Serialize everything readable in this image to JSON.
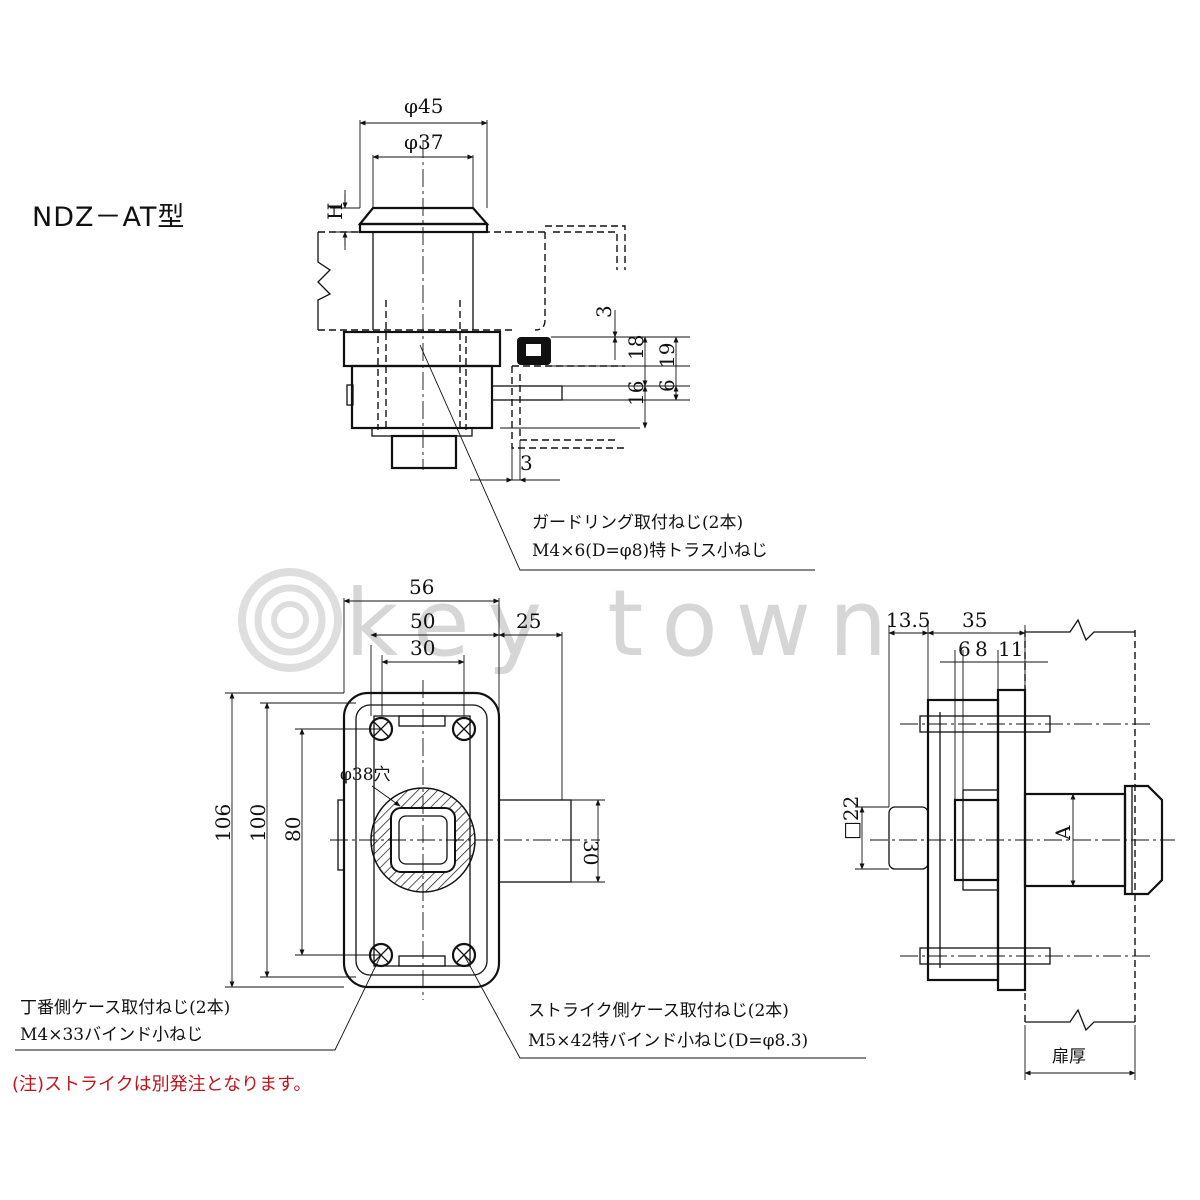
{
  "title": "NDZ－AT型",
  "watermark": "key town",
  "top_view": {
    "dims": {
      "phi45": "φ45",
      "phi37": "φ37",
      "h": "H",
      "d3a": "3",
      "d18": "18",
      "d19": "19",
      "d16": "16",
      "d6": "6",
      "d3b": "3"
    },
    "callout_line1": "ガードリング取付ねじ(2本)",
    "callout_line2": "M4×6(D=φ8)特トラス小ねじ"
  },
  "front_view": {
    "dims": {
      "d56": "56",
      "d50": "50",
      "d25": "25",
      "d30": "30",
      "d106": "106",
      "d100": "100",
      "d80": "80",
      "d30v": "30",
      "hole": "φ38穴"
    },
    "left_callout_line1": "丁番側ケース取付ねじ(2本)",
    "left_callout_line2": "M4×33バインド小ねじ",
    "right_callout_line1": "ストライク側ケース取付ねじ(2本)",
    "right_callout_line2": "M5×42特バインド小ねじ(D=φ8.3)"
  },
  "side_view": {
    "dims": {
      "d13_5": "13.5",
      "d35": "35",
      "d6": "6",
      "d8": "8",
      "d11": "11",
      "sq22": "□22",
      "a": "A",
      "door": "扉厚"
    }
  },
  "note": "(注)ストライクは別発注となります。",
  "colors": {
    "line": "#111111",
    "note": "#c0141c",
    "watermark": "#d6d6d6"
  }
}
